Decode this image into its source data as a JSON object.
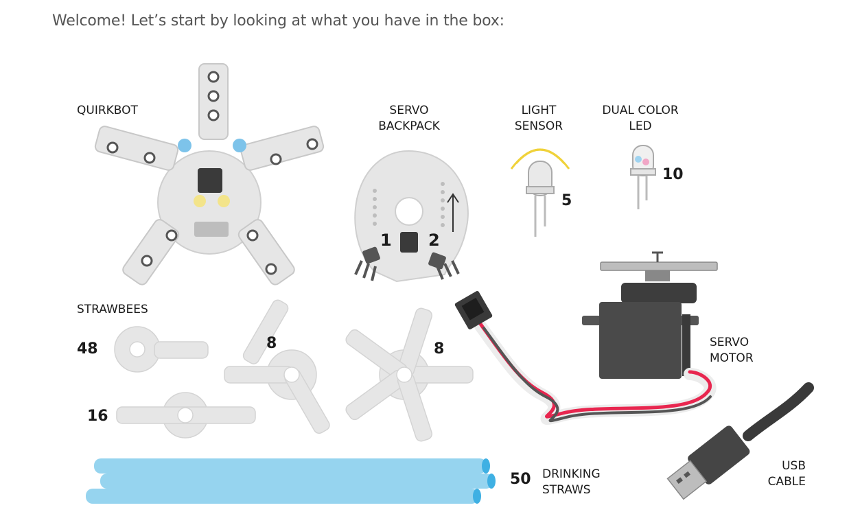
{
  "intro_text": "Welcome! Let’s start by looking at what you have in the box:",
  "items": {
    "quirkbot": {
      "label": "QUIRKBOT"
    },
    "servo_backpack": {
      "label_line1": "SERVO",
      "label_line2": "BACKPACK",
      "pin_1": "1",
      "pin_2": "2"
    },
    "light_sensor": {
      "label_line1": "LIGHT",
      "label_line2": "SENSOR",
      "count": "5"
    },
    "dual_color_led": {
      "label_line1": "DUAL COLOR",
      "label_line2": "LED",
      "count": "10"
    },
    "strawbees": {
      "label": "STRAWBEES",
      "one_arm_count": "48",
      "two_arm_count": "16",
      "three_arm_count": "8",
      "five_arm_count": "8"
    },
    "servo_motor": {
      "label_line1": "SERVO",
      "label_line2": "MOTOR"
    },
    "drinking_straws": {
      "count": "50",
      "label_line1": "DRINKING",
      "label_line2": "STRAWS"
    },
    "usb_cable": {
      "label_line1": "USB",
      "label_line2": "CABLE"
    }
  },
  "colors": {
    "board": "#e6e6e6",
    "board_dark": "#bdbdbd",
    "chip": "#3a3a3a",
    "led_blue": "#7dc3ea",
    "led_yellow": "#f3e48a",
    "straw": "#96d4ef",
    "motor": "#4a4a4a",
    "wire_red": "#e8264f"
  }
}
